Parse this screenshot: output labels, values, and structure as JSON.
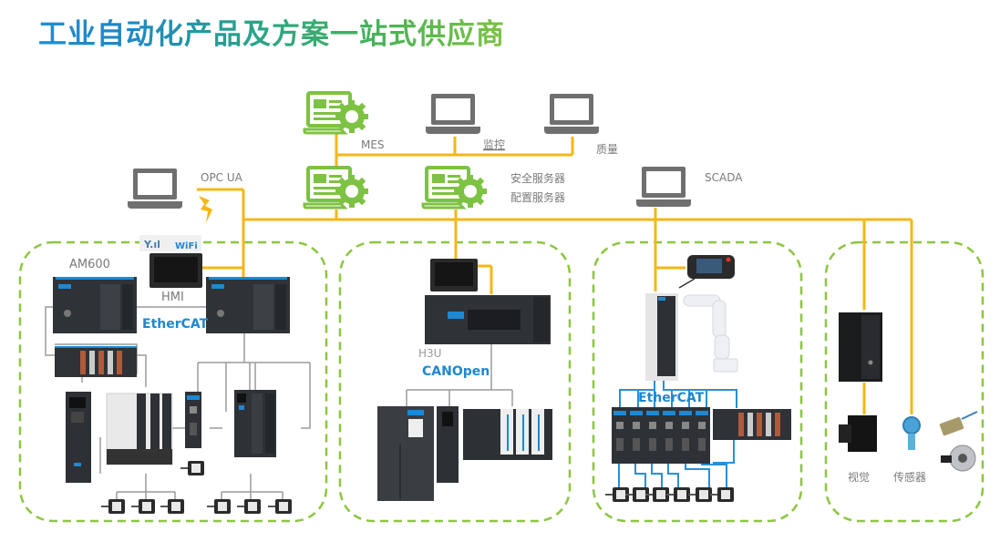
{
  "title": "工业自动化产品及方案一站式供应商",
  "colors": {
    "network_line": "#f5b716",
    "zone_border": "#8cc63f",
    "server_icon": "#7dc242",
    "laptop_icon": "#6f6f6f",
    "fieldbus_line": "#2a8fd6",
    "device_line": "#9a9a9a",
    "label_text": "#7a7a7a",
    "protocol_text": "#1e88d0"
  },
  "top_layer": {
    "mes_label": "MES",
    "monitor_label": "监控",
    "quality_label": "质量",
    "security_server_label": "安全服务器",
    "config_server_label": "配置服务器",
    "opcua_label": "OPC UA",
    "scada_label": "SCADA"
  },
  "zones": [
    {
      "id": "am600",
      "controller_label": "AM600",
      "hmi_label": "HMI",
      "protocol_label": "EtherCAT",
      "wireless_labels": [
        "Y.ıl",
        "WiFi"
      ]
    },
    {
      "id": "h3u",
      "controller_label": "H3U",
      "protocol_label": "CANOpen"
    },
    {
      "id": "robot",
      "protocol_label": "EtherCAT"
    },
    {
      "id": "vision-sensor",
      "vision_label": "视觉",
      "sensor_label": "传感器"
    }
  ]
}
